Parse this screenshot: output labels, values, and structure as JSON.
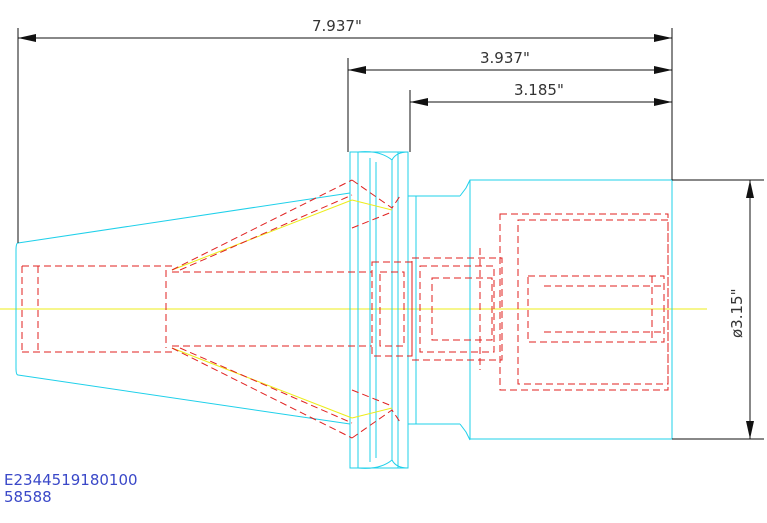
{
  "dimensions": {
    "overall_length": "7.937\"",
    "flange_to_end": "3.937\"",
    "gauge_to_end": "3.185\"",
    "body_diameter": "ø3.15\""
  },
  "part_info": {
    "part_number": "E2344519180100",
    "item_code": "58588"
  },
  "colors": {
    "outline": "#1fd0ea",
    "hidden_lines": "#e0201f",
    "center_line": "#ecec1a",
    "dimension_lines": "#111111",
    "id_text": "#3a48c8"
  }
}
